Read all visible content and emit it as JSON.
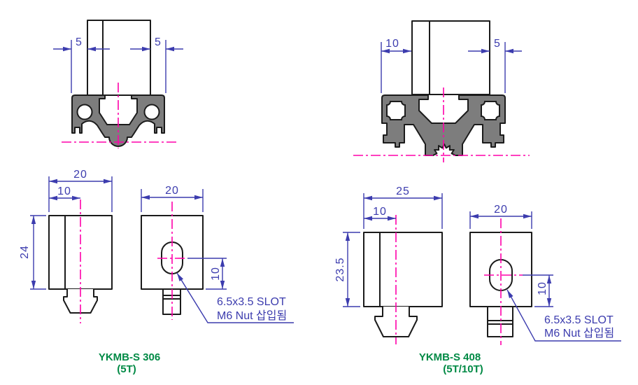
{
  "colors": {
    "dimension_blue": "#3c3cae",
    "centerline_magenta": "#ff00aa",
    "profile_gray": "#7d7d7d",
    "outline_black": "#1b1b1b",
    "title_green": "#008a45",
    "background": "#ffffff"
  },
  "top_left_assembly": {
    "dim_left": "5",
    "dim_right": "5"
  },
  "top_right_assembly": {
    "dim_left": "10",
    "dim_right": "5"
  },
  "bracket_306": {
    "side_width": "20",
    "side_offset": "10",
    "side_height": "24",
    "front_width": "20",
    "slot_offset": "10",
    "note_line1": "6.5x3.5 SLOT",
    "note_line2": "M6 Nut 삽입됨",
    "title": "YKMB-S 306",
    "subtitle": "(5T)"
  },
  "bracket_408": {
    "side_width": "25",
    "side_offset": "10",
    "side_height": "23.5",
    "front_width": "20",
    "slot_offset": "10",
    "note_line1": "6.5x3.5 SLOT",
    "note_line2": "M6 Nut 삽입됨",
    "title": "YKMB-S 408",
    "subtitle": "(5T/10T)"
  }
}
